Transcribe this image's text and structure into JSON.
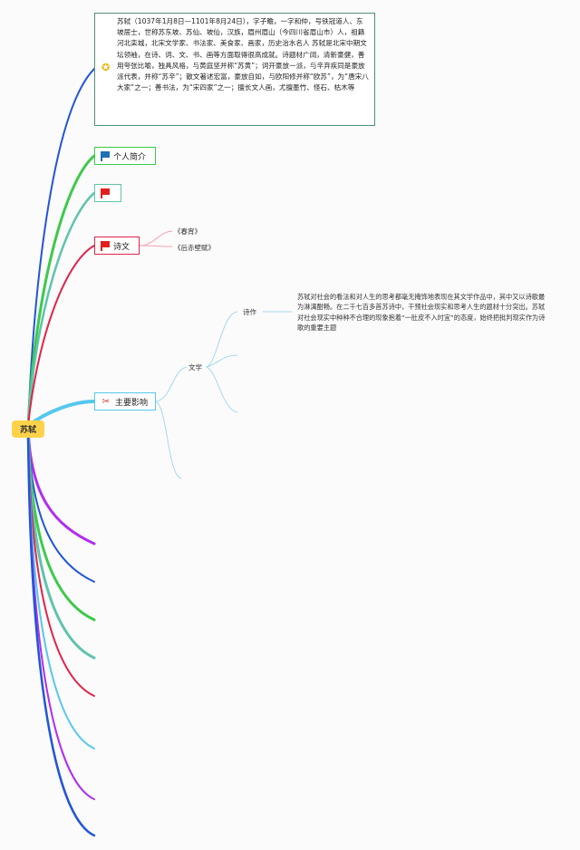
{
  "root": {
    "label": "苏轼"
  },
  "intro": {
    "text": "苏轼（1037年1月8日—1101年8月24日），字子瞻，一字和仲，号铁冠道人、东坡居士，世称苏东坡、苏仙、坡仙，汉族，眉州眉山（今四川省眉山市）人，祖籍河北栾城，北宋文学家、书法家、美食家、画家，历史治水名人 苏轼是北宋中期文坛领袖，在诗、词、文、书、画等方面取得很高成就。诗题材广阔，清新豪健，善用夸张比喻，独具风格，与黄庭坚并称“苏黄”；词开豪放一派，与辛弃疾同是豪放派代表，并称“苏辛”；散文著述宏富，豪放自如，与欧阳修并称“欧苏”，为“唐宋八大家”之一；善书法，为“宋四家”之一；擅长文人画，尤擅墨竹、怪石、枯木等",
    "icon": "award-icon"
  },
  "topics": {
    "profile": {
      "label": "个人简介",
      "icon": "flag-icon",
      "color": "#1f6fb5"
    },
    "empty": {
      "label": "",
      "icon": "flag-icon",
      "color": "#e02020"
    },
    "poems": {
      "label": "诗文",
      "icon": "flag-icon",
      "color": "#e02020",
      "children": [
        "《春宵》",
        "《后赤壁赋》"
      ]
    },
    "influence": {
      "label": "主要影响",
      "icon": "tools-icon",
      "children": {
        "literature": {
          "label": "文学",
          "children": {
            "poetry": {
              "label": "诗作",
              "desc": "苏轼对社会的看法和对人生的思考都毫无掩饰地表现在其文学作品中，其中又以诗歌最为淋漓酣畅。在二千七百多首苏诗中，干预社会现实和思考人生的题材十分突出。苏轼对社会现实中种种不合理的现象抱着“一肚皮不入时宜”的态度，始终把批判现实作为诗歌的重要主题"
            }
          }
        }
      }
    }
  },
  "colors": {
    "blue": "#2255d8",
    "green": "#3cc94a",
    "teal": "#5fc4ad",
    "red": "#e0244a",
    "cyan": "#55c8ee",
    "purple": "#b02df0",
    "lightblue": "#a8d8ee"
  }
}
